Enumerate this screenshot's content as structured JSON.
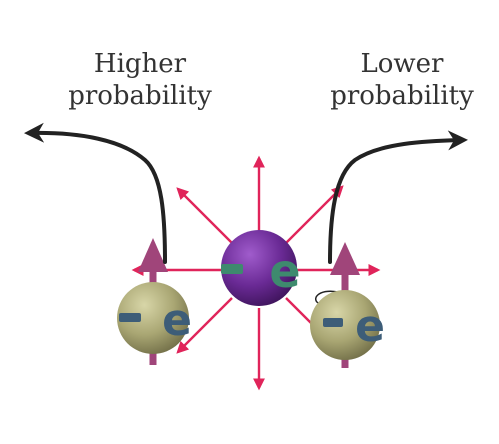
{
  "labels": {
    "higher_line1": "Higher",
    "higher_line2": "probability",
    "lower_line1": "Lower",
    "lower_line2": "probability"
  },
  "electron": {
    "symbol": "e"
  },
  "colors": {
    "center_sphere": "#6a2a95",
    "side_sphere": "#a9a673",
    "symbol_green": "#3e8a6e",
    "symbol_blue": "#3d5d78",
    "radial_arrow": "#e0245a",
    "spin_arrow": "#a0457a",
    "path_arrow": "#222222"
  }
}
